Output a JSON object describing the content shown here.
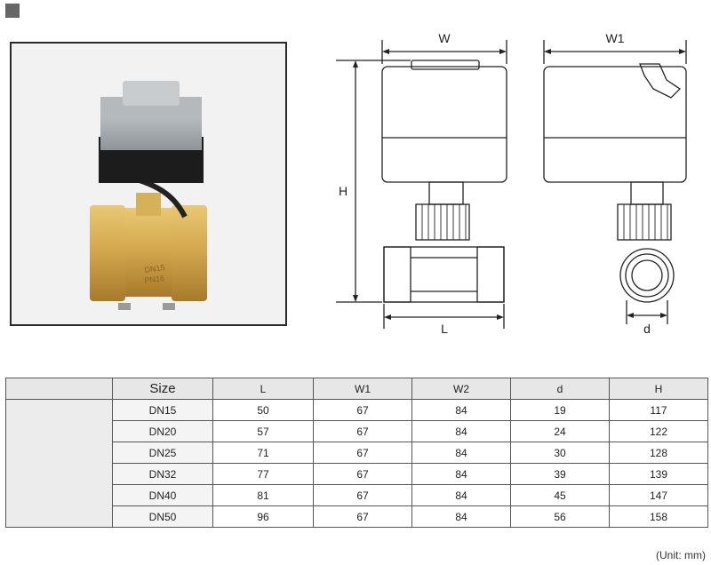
{
  "drawing": {
    "label_w": "W",
    "label_w1": "W1",
    "label_h": "H",
    "label_l": "L",
    "label_d": "d"
  },
  "product_photo": {
    "body_marking": [
      "DN15",
      "PN16"
    ]
  },
  "table": {
    "columns": [
      "Size",
      "L",
      "W1",
      "W2",
      "d",
      "H"
    ],
    "rows": [
      {
        "size": "DN15",
        "L": "50",
        "W1": "67",
        "W2": "84",
        "d": "19",
        "H": "117"
      },
      {
        "size": "DN20",
        "L": "57",
        "W1": "67",
        "W2": "84",
        "d": "24",
        "H": "122"
      },
      {
        "size": "DN25",
        "L": "71",
        "W1": "67",
        "W2": "84",
        "d": "30",
        "H": "128"
      },
      {
        "size": "DN32",
        "L": "77",
        "W1": "67",
        "W2": "84",
        "d": "39",
        "H": "139"
      },
      {
        "size": "DN40",
        "L": "81",
        "W1": "67",
        "W2": "84",
        "d": "45",
        "H": "147"
      },
      {
        "size": "DN50",
        "L": "96",
        "W1": "67",
        "W2": "84",
        "d": "56",
        "H": "158"
      }
    ]
  },
  "unit_note": "(Unit: mm)"
}
